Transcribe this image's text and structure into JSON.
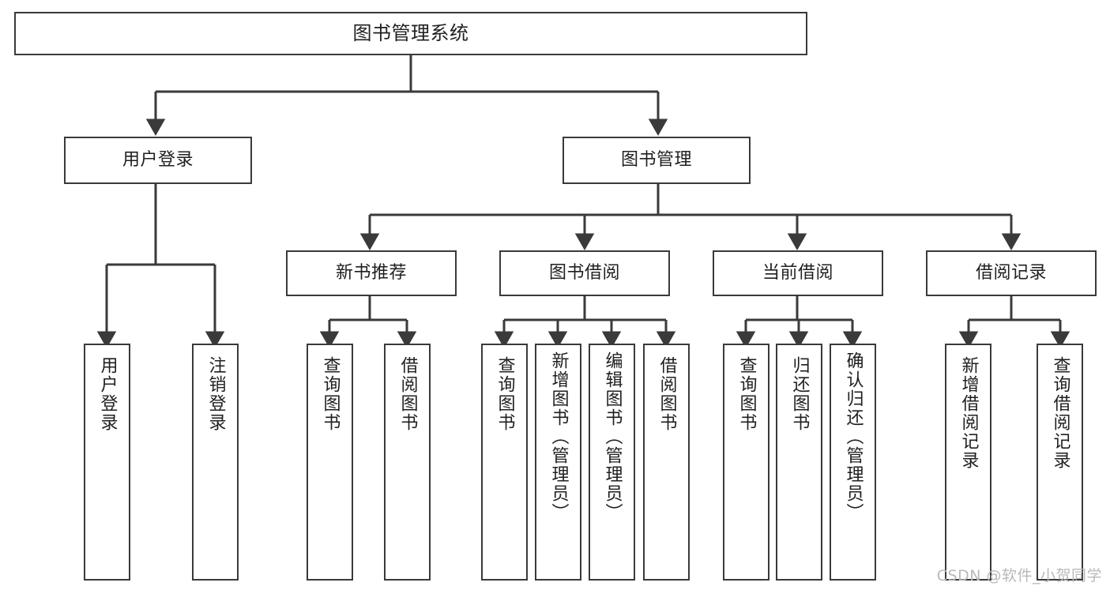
{
  "diagram": {
    "title": "图书管理系统",
    "type": "tree",
    "watermark": "CSDN @软件_小贺同学",
    "colors": {
      "stroke": "#3a3a3a",
      "fill": "#ffffff",
      "text": "#1f1f1f",
      "watermark": "#b9b9b9"
    },
    "nodes": {
      "root": {
        "label": "图书管理系统"
      },
      "level1": [
        {
          "id": "user-login",
          "label": "用户登录"
        },
        {
          "id": "book-manage",
          "label": "图书管理"
        }
      ],
      "level2": [
        {
          "id": "new-book-recommend",
          "label": "新书推荐"
        },
        {
          "id": "book-borrow",
          "label": "图书借阅"
        },
        {
          "id": "current-borrow",
          "label": "当前借阅"
        },
        {
          "id": "borrow-record",
          "label": "借阅记录"
        }
      ],
      "leaves": {
        "user-login": [
          {
            "id": "leaf-user-login",
            "label": "用户登录"
          },
          {
            "id": "leaf-logout-login",
            "label": "注销登录"
          }
        ],
        "new-book-recommend": [
          {
            "id": "leaf-query-book-1",
            "label": "查询图书"
          },
          {
            "id": "leaf-borrow-book-1",
            "label": "借阅图书"
          }
        ],
        "book-borrow": [
          {
            "id": "leaf-query-book-2",
            "label": "查询图书"
          },
          {
            "id": "leaf-add-book",
            "label": "新增图书（管理员）"
          },
          {
            "id": "leaf-edit-book",
            "label": "编辑图书（管理员）"
          },
          {
            "id": "leaf-borrow-book-2",
            "label": "借阅图书"
          }
        ],
        "current-borrow": [
          {
            "id": "leaf-query-book-3",
            "label": "查询图书"
          },
          {
            "id": "leaf-return-book",
            "label": "归还图书"
          },
          {
            "id": "leaf-confirm-return",
            "label": "确认归还（管理员）"
          }
        ],
        "borrow-record": [
          {
            "id": "leaf-add-record",
            "label": "新增借阅记录"
          },
          {
            "id": "leaf-query-record",
            "label": "查询借阅记录"
          }
        ]
      }
    }
  }
}
